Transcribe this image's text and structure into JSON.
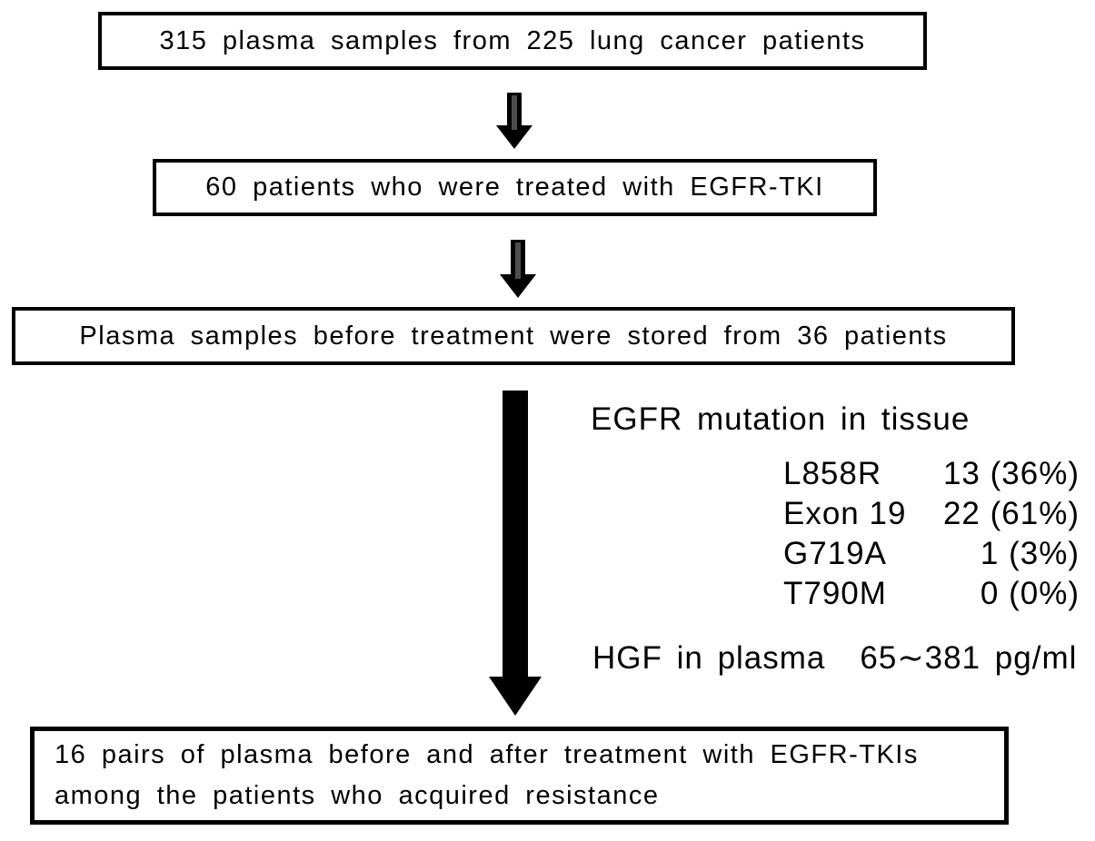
{
  "figure": {
    "boxes": [
      {
        "text": "315 plasma samples from 225 lung cancer patients"
      },
      {
        "text": "60 patients who were treated with EGFR-TKI"
      },
      {
        "text": "Plasma samples before treatment were stored from 36 patients"
      },
      {
        "line1": "16 pairs of plasma before and after treatment with EGFR-TKIs",
        "line2": "among the patients who acquired resistance"
      }
    ],
    "annotation": {
      "heading": "EGFR mutation in tissue",
      "mutations": [
        {
          "label": "L858R",
          "value": "13 (36%)"
        },
        {
          "label": "Exon 19",
          "value": "22 (61%)"
        },
        {
          "label": "G719A",
          "value": "1 (3%)"
        },
        {
          "label": "T790M",
          "value": "0 (0%)"
        }
      ],
      "hgf_label": "HGF in plasma",
      "hgf_value": "65∼381 pg/ml"
    },
    "colors": {
      "ink": "#000000",
      "background": "#ffffff",
      "arrow_core": "#4d4d4d"
    }
  }
}
